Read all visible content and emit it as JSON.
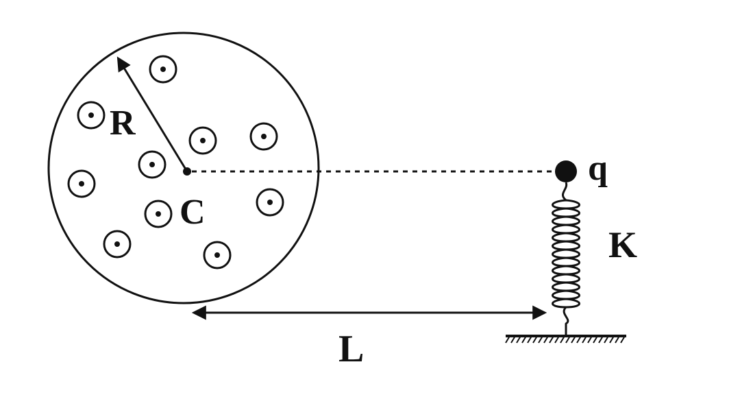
{
  "labels": {
    "radius": "R",
    "center": "C",
    "charge": "q",
    "spring_constant": "K",
    "distance": "L"
  },
  "field": {
    "direction": "out-of-page",
    "symbol_count": 10,
    "icon": "dot-in-circle-icon"
  },
  "colors": {
    "ink": "#111111",
    "background": "#ffffff"
  }
}
